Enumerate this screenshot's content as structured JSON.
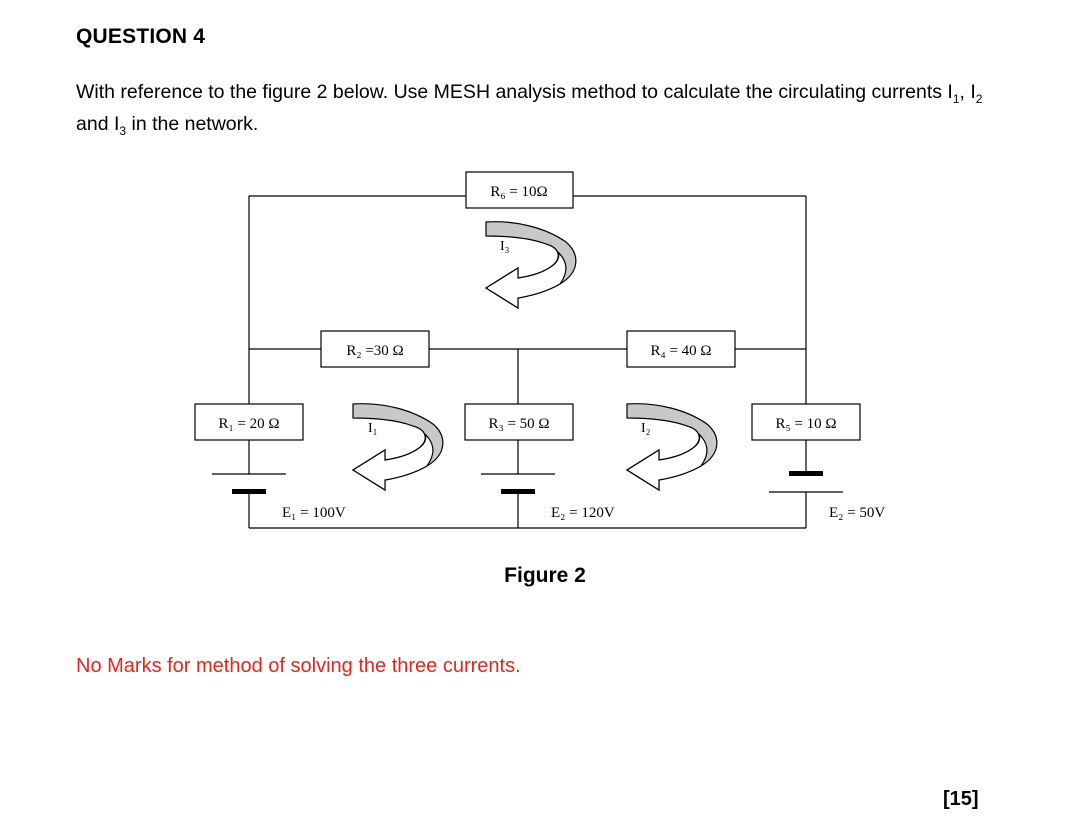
{
  "question": {
    "title": "QUESTION 4"
  },
  "body": {
    "text_1": "With reference to the figure 2 below. Use MESH analysis method to calculate the circulating currents I",
    "sub_1": "1",
    "text_2": ", I",
    "sub_2": "2",
    "text_3": " and I",
    "sub_3": "3",
    "text_4": " in the network."
  },
  "circuit": {
    "resistors": {
      "r6": "R₆ = 10Ω",
      "r2": "R₂ =30 Ω",
      "r4": "R₄ = 40 Ω",
      "r1": "R₁ = 20 Ω",
      "r3": "R₃ = 50 Ω",
      "r5": "R₅ = 10 Ω"
    },
    "sources": {
      "e1": "E₁ = 100V",
      "e2": "E₂ = 120V",
      "e3": "E₂ = 50V"
    },
    "currents": {
      "i1": "I₁",
      "i2": "I₂",
      "i3": "I₃"
    }
  },
  "figure": {
    "caption": "Figure 2"
  },
  "note": {
    "text": "No Marks for method of solving the three currents."
  },
  "marks": {
    "total": "[15]"
  },
  "colors": {
    "note_red": "#e8241c",
    "arrow_fill": "#c8c8c8"
  }
}
